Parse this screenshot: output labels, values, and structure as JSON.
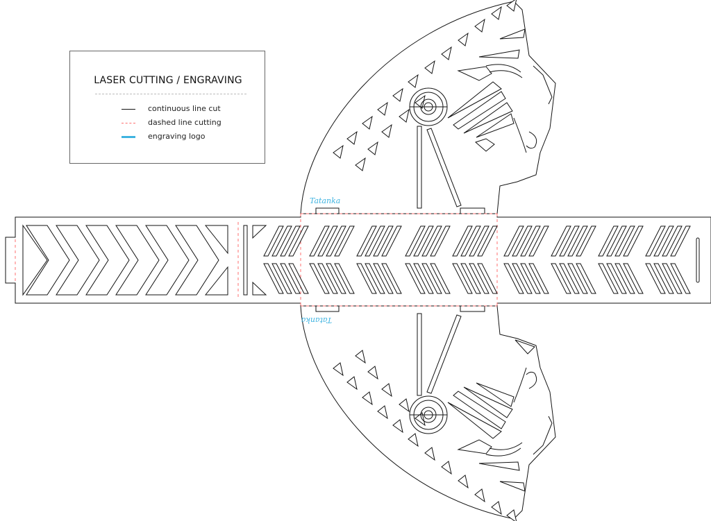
{
  "legend": {
    "title": "LASER CUTTING / ENGRAVING",
    "items": [
      {
        "label": "continuous line cut",
        "style": "solid",
        "color": "#111111"
      },
      {
        "label": "dashed line cutting",
        "style": "dashed",
        "color": "#ff6f6f"
      },
      {
        "label": "engraving logo",
        "style": "engrave",
        "color": "#3eb3e0"
      }
    ]
  },
  "logo_text": "Tatanka",
  "colors": {
    "cut": "#111111",
    "dashed": "#ff6f6f",
    "engrave": "#3eb3e0",
    "background": "#ffffff"
  }
}
